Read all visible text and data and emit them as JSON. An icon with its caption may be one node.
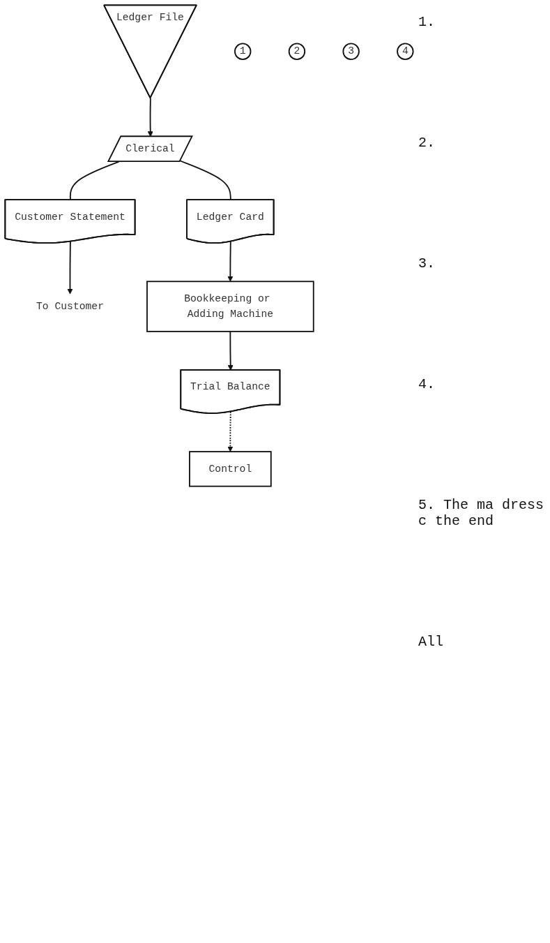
{
  "diagram": {
    "nodes": [
      {
        "text": [
          "Ledger File"
        ]
      },
      {
        "text": [
          "Clerical"
        ]
      },
      {
        "text": [
          "1"
        ]
      },
      {
        "text": [
          "Customer Statement"
        ]
      },
      {
        "text": [
          "2"
        ]
      },
      {
        "text": [
          "Ledger Card"
        ]
      },
      {
        "text": [
          "To Customer"
        ]
      },
      {
        "text": [
          "Bookkeeping or Adding Machine"
        ]
      },
      {
        "text": [
          "Trial Balance"
        ]
      },
      {
        "text": [
          "3"
        ]
      },
      {
        "text": [
          "Control"
        ]
      },
      {
        "text": [
          "4"
        ]
      }
    ],
    "edges": [
      {
        "from": 0,
        "to": 1,
        "arrow": "to"
      },
      {
        "from": 1,
        "to": 3,
        "arrow": "none"
      },
      {
        "from": 1,
        "to": 5,
        "arrow": "none"
      },
      {
        "from": 3,
        "to": 6,
        "arrow": "to"
      },
      {
        "from": 5,
        "to": 7,
        "arrow": "to"
      },
      {
        "from": 7,
        "to": 8,
        "arrow": "to"
      },
      {
        "from": 8,
        "to": 10,
        "arrow": "to",
        "style": "dashed"
      }
    ],
    "labels": [
      "1.",
      "2.",
      "3.",
      "4.",
      "5. The ma dress c the end",
      "All"
    ]
  }
}
